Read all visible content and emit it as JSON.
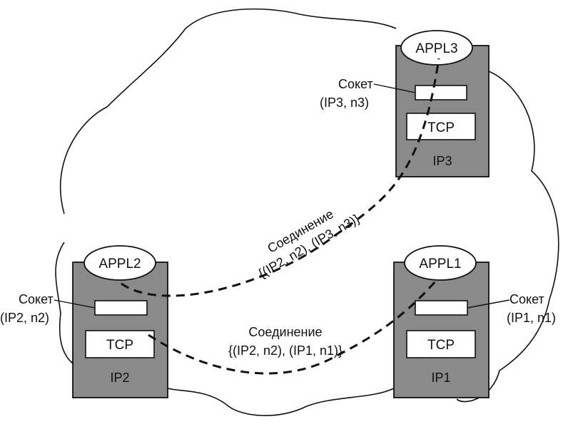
{
  "hosts": [
    {
      "id": "host3",
      "app": "APPL3",
      "tcp": "TCP",
      "ip": "IP3",
      "socket_label": "Сокет",
      "socket_addr": "(IP3, n3)"
    },
    {
      "id": "host2",
      "app": "APPL2",
      "tcp": "TCP",
      "ip": "IP2",
      "socket_label": "Сокет",
      "socket_addr": "(IP2, n2)"
    },
    {
      "id": "host1",
      "app": "APPL1",
      "tcp": "TCP",
      "ip": "IP1",
      "socket_label": "Сокет",
      "socket_addr": "(IP1, n1)"
    }
  ],
  "connections": [
    {
      "label": "Соединение",
      "pair": "{(IP2, n2), (IP3, n3)}"
    },
    {
      "label": "Соединение",
      "pair": "{(IP2, n2), (IP1, n1)}"
    }
  ],
  "colors": {
    "host_fill": "#8a8a8a",
    "box_fill": "#ffffff",
    "stroke": "#111111"
  }
}
